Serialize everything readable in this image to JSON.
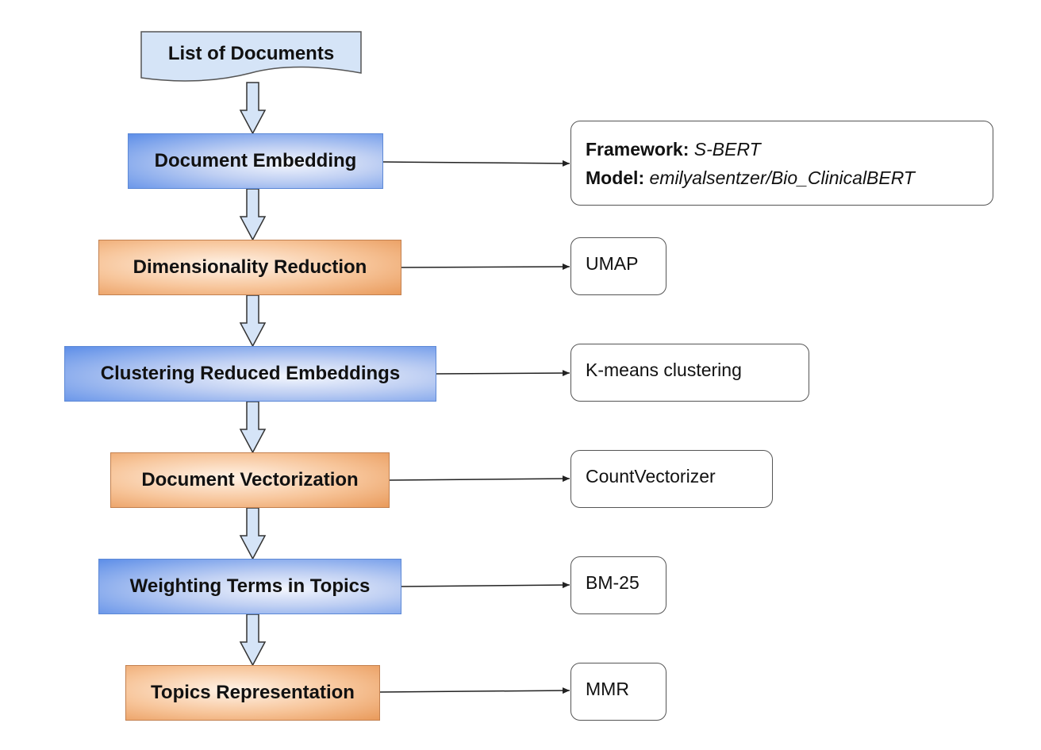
{
  "source": {
    "label": "List of Documents",
    "fill": "#d5e4f7"
  },
  "steps": [
    {
      "label": "Document Embedding",
      "color": "blue"
    },
    {
      "label": "Dimensionality Reduction",
      "color": "orange"
    },
    {
      "label": "Clustering Reduced Embeddings",
      "color": "blue"
    },
    {
      "label": "Document Vectorization",
      "color": "orange"
    },
    {
      "label": "Weighting Terms in Topics",
      "color": "blue"
    },
    {
      "label": "Topics Representation",
      "color": "orange"
    }
  ],
  "details": {
    "embedding": {
      "framework_key": "Framework:",
      "framework_value": "S-BERT",
      "model_key": "Model:",
      "model_value": "emilyalsentzer/Bio_ClinicalBERT"
    },
    "reduction": "UMAP",
    "clustering": "K-means clustering",
    "vectorization": "CountVectorizer",
    "weighting": "BM-25",
    "representation": "MMR"
  },
  "colors": {
    "blue": "#5d8ee8",
    "orange": "#e99a5b",
    "down_arrow_fill": "#d5e4f7",
    "line": "#222222"
  }
}
